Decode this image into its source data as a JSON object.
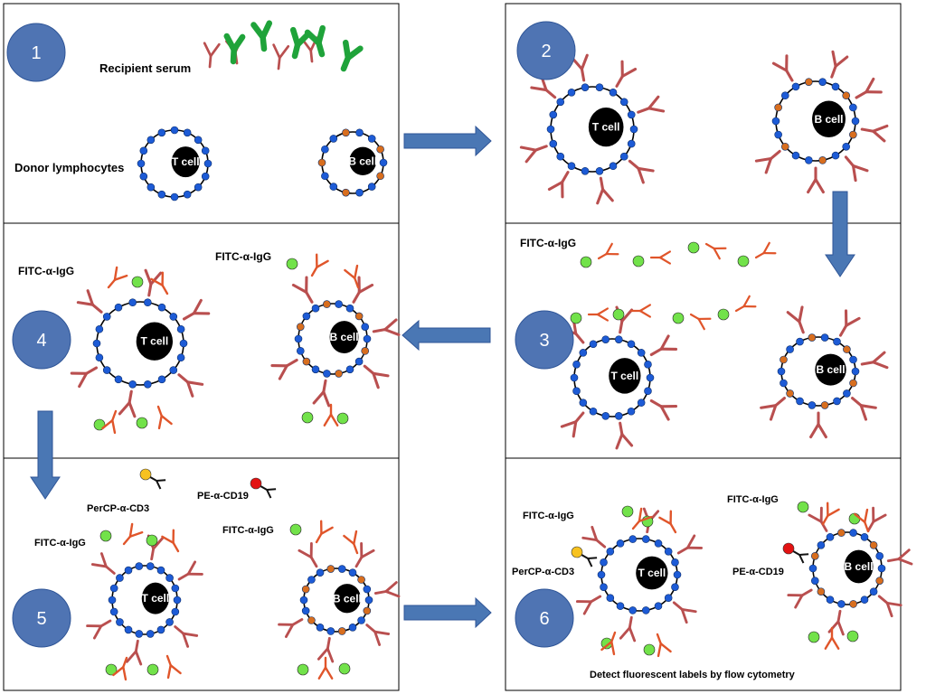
{
  "colors": {
    "step_circle": "#4f74b3",
    "arrow": "#4a77b4",
    "cell_dot_blue": "#1d5bd6",
    "cell_dot_orange": "#d86e1e",
    "antibody_recipient": "#b94f4f",
    "antibody_igg_green": "#1fa33a",
    "antibody_secondary": "#e0552a",
    "fitc": "#72e24a",
    "percp": "#f7c21f",
    "pe": "#e31212"
  },
  "panels": {
    "p1": {
      "step": "1",
      "recipient_serum": "Recipient serum",
      "donor_lymphocytes": "Donor lymphocytes",
      "t_cell": "T cell",
      "b_cell": "B cell"
    },
    "p2": {
      "step": "2",
      "t_cell": "T cell",
      "b_cell": "B cell"
    },
    "p3": {
      "step": "3",
      "fitc": "FITC-α-IgG",
      "t_cell": "T cell",
      "b_cell": "B cell"
    },
    "p4": {
      "step": "4",
      "fitc_left": "FITC-α-IgG",
      "fitc_right": "FITC-α-IgG",
      "t_cell": "T cell",
      "b_cell": "B cell"
    },
    "p5": {
      "step": "5",
      "percp": "PerCP-α-CD3",
      "pe": "PE-α-CD19",
      "fitc_left": "FITC-α-IgG",
      "fitc_right": "FITC-α-IgG",
      "t_cell": "T cell",
      "b_cell": "B cell"
    },
    "p6": {
      "step": "6",
      "fitc_left": "FITC-α-IgG",
      "fitc_right": "FITC-α-IgG",
      "percp": "PerCP-α-CD3",
      "pe": "PE-α-CD19",
      "t_cell": "T cell",
      "b_cell": "B cell",
      "caption": "Detect fluorescent labels by flow cytometry"
    }
  }
}
